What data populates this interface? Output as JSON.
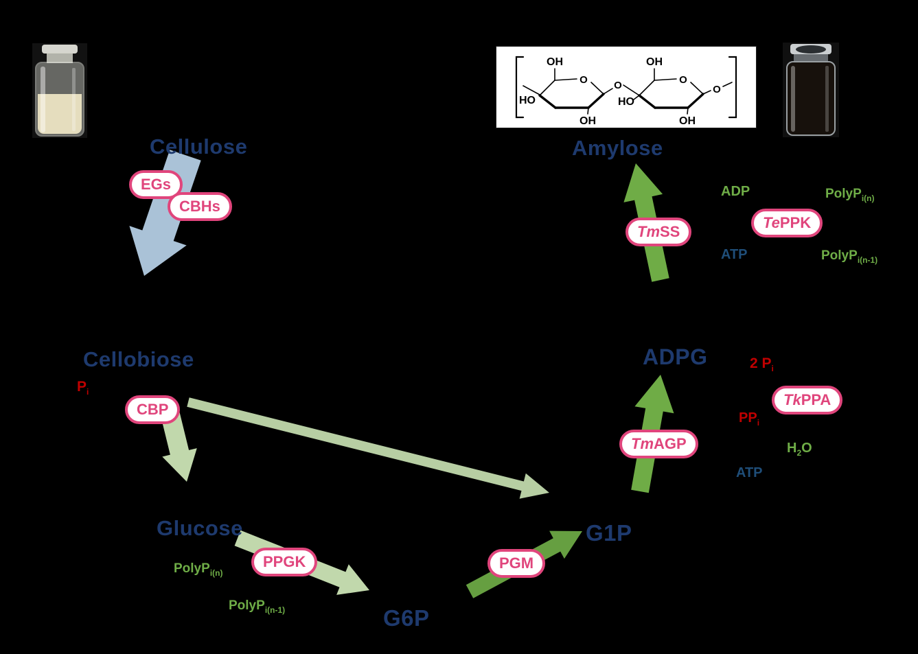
{
  "colors": {
    "node_text": "#1e3a6e",
    "atp_text": "#1f4e79",
    "green_text": "#6fad47",
    "red_text": "#c00000",
    "enzyme_pink": "#e0457c",
    "arrow_green": "#6fac46",
    "arrow_light_green": "#cbe4b5",
    "arrow_blue": "#bdd7ee"
  },
  "nodes": {
    "cellulose": "Cellulose",
    "amylose": "Amylose",
    "cellobiose": "Cellobiose",
    "adpg": "ADPG",
    "glucose": "Glucose",
    "g6p": "G6P",
    "g1p": "G1P"
  },
  "enzymes": {
    "egs": {
      "label": "EGs"
    },
    "cbhs": {
      "label": "CBHs"
    },
    "tmss": {
      "italic": "Tm",
      "label": "SS"
    },
    "teppk": {
      "italic": "Te",
      "label": "PPK"
    },
    "cbp": {
      "label": "CBP"
    },
    "tkppa": {
      "italic": "Tk",
      "label": "PPA"
    },
    "tmagp": {
      "italic": "Tm",
      "label": "AGP"
    },
    "ppgk": {
      "label": "PPGK"
    },
    "pgm": {
      "label": "PGM"
    }
  },
  "cofactors": {
    "adp": {
      "main": "ADP"
    },
    "atp_top": {
      "main": "ATP"
    },
    "polyp_n_top": {
      "main": "PolyP",
      "sub": "i(n)"
    },
    "polyp_n1_top": {
      "main": "PolyP",
      "sub": "i(n-1)"
    },
    "pi": {
      "main": "P",
      "sub": "i"
    },
    "two_pi": {
      "main": "2 P",
      "sub": "i"
    },
    "ppi": {
      "main": "PP",
      "sub": "i"
    },
    "h2o": {
      "pre": "H",
      "sub": "2",
      "post": "O"
    },
    "atp_right": {
      "main": "ATP"
    },
    "polyp_n_bottom": {
      "main": "PolyP",
      "sub": "i(n)"
    },
    "polyp_n1_bottom": {
      "main": "PolyP",
      "sub": "i(n-1)"
    }
  },
  "structure": {
    "oh": "OH",
    "ho": "HO",
    "o": "O"
  }
}
